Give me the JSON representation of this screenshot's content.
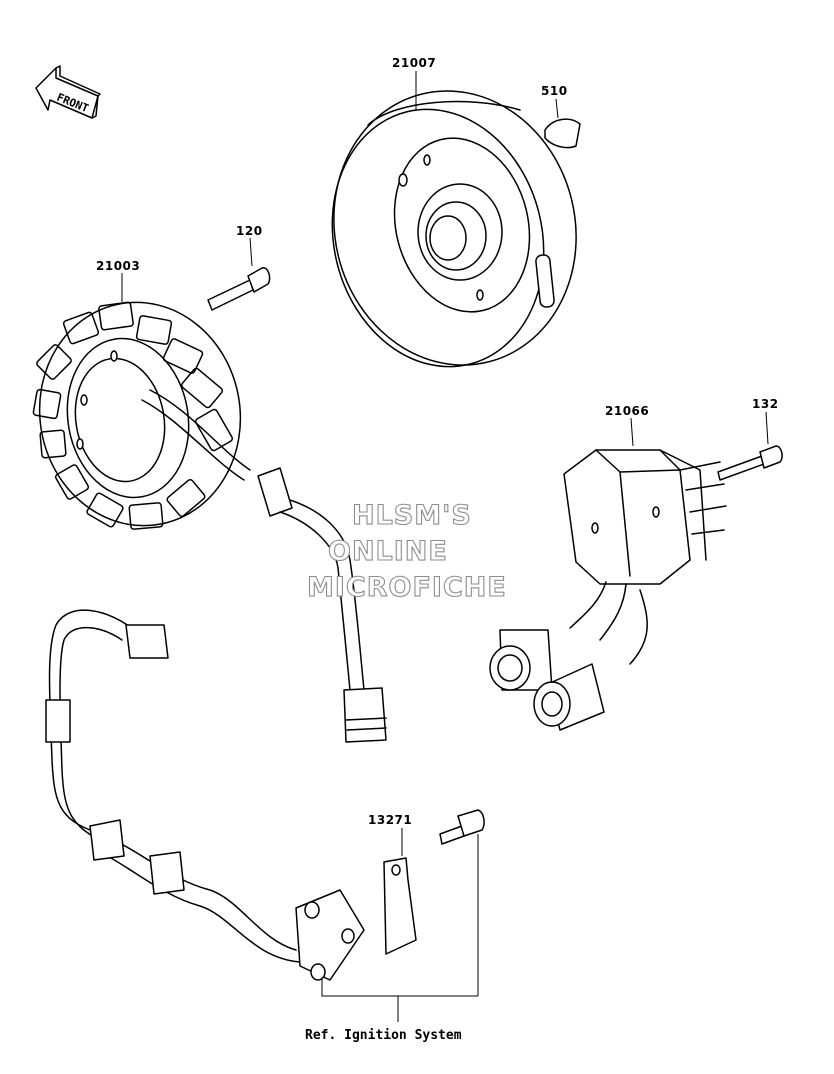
{
  "direction_arrow": {
    "label": "FRONT"
  },
  "parts": [
    {
      "id": "flywheel",
      "number": "21007"
    },
    {
      "id": "key",
      "number": "510"
    },
    {
      "id": "stator-bolt",
      "number": "120"
    },
    {
      "id": "stator",
      "number": "21003"
    },
    {
      "id": "regulator",
      "number": "21066"
    },
    {
      "id": "regulator-bolt",
      "number": "132"
    },
    {
      "id": "pickup-coil",
      "number": "13271"
    }
  ],
  "watermark": {
    "lines": [
      "HLSM'S",
      "ONLINE",
      "MICROFICHE"
    ]
  },
  "reference": {
    "text": "Ref. Ignition System"
  },
  "colors": {
    "line": "#000000",
    "watermark_outline": "#8e8e8e",
    "background": "#ffffff"
  }
}
